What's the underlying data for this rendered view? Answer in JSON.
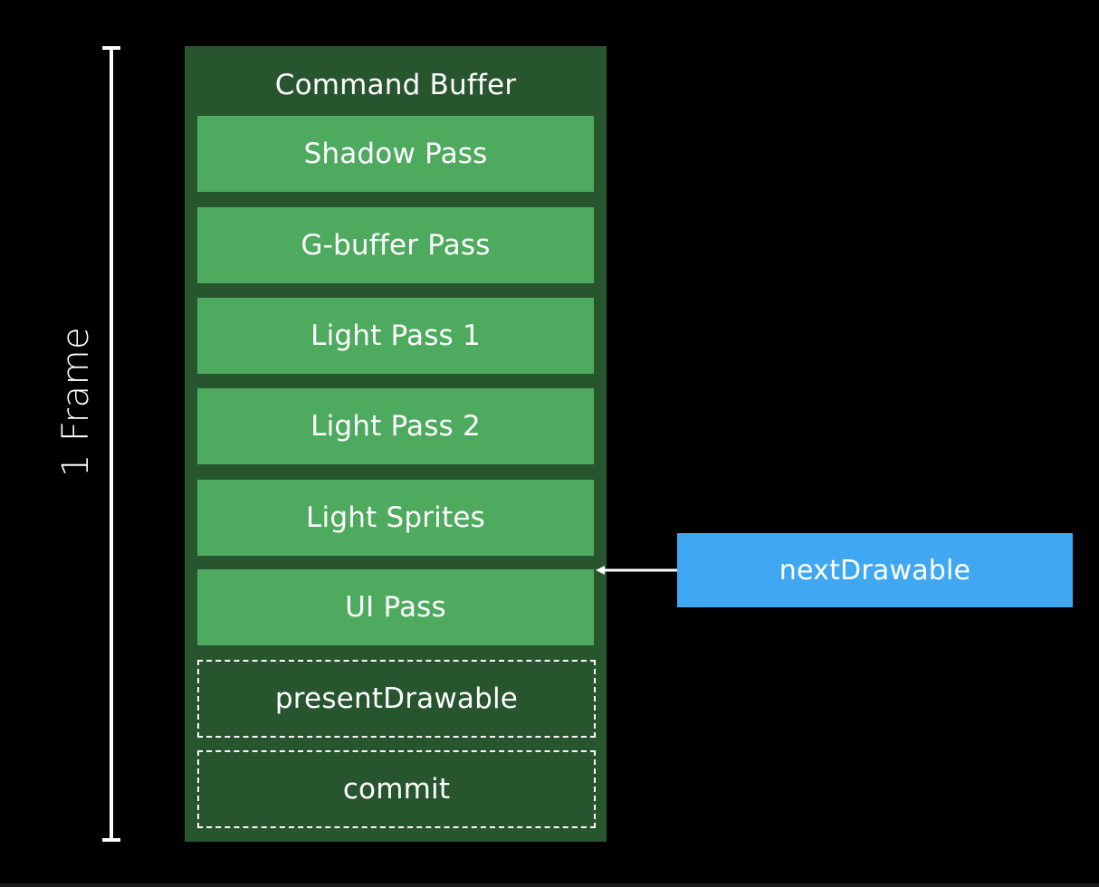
{
  "diagram": {
    "frame_label": "1 Frame",
    "command_buffer": {
      "title": "Command Buffer",
      "passes": [
        "Shadow Pass",
        "G-buffer Pass",
        "Light Pass 1",
        "Light Pass 2",
        "Light Sprites",
        "UI Pass"
      ],
      "dashed_steps": [
        "presentDrawable",
        "commit"
      ]
    },
    "next_drawable": "nextDrawable",
    "colors": {
      "background": "#000000",
      "buffer": "#27552e",
      "pass": "#4eaa5f",
      "next_drawable": "#40a8f2",
      "line": "#ffffff"
    }
  }
}
